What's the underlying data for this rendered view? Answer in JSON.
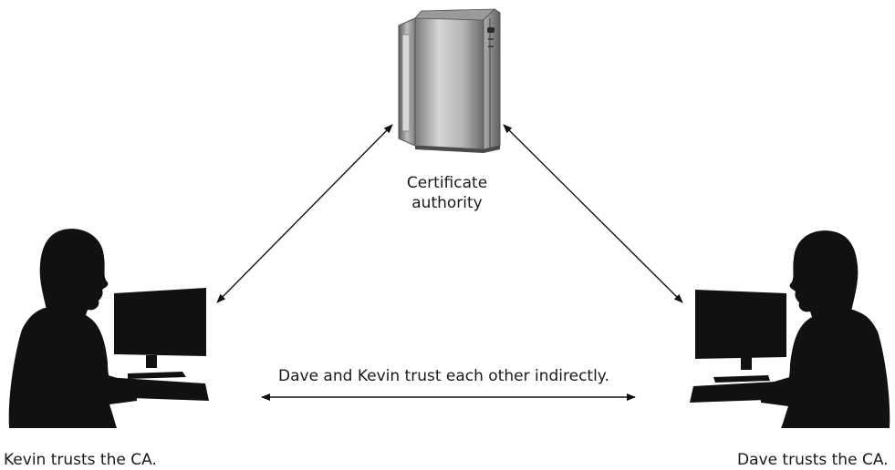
{
  "ca": {
    "label_line1": "Certificate",
    "label_line2": "authority",
    "icon": "server-icon"
  },
  "kevin": {
    "caption": "Kevin trusts the CA.",
    "icon": "person-at-computer-icon"
  },
  "dave": {
    "caption": "Dave trusts the CA.",
    "icon": "person-at-computer-icon"
  },
  "indirect_trust": {
    "caption": "Dave and Kevin trust each other indirectly."
  },
  "colors": {
    "silhouette": "#111111",
    "server_light": "#c8c8c8",
    "server_dark": "#6e6e6e",
    "arrow": "#111111"
  }
}
